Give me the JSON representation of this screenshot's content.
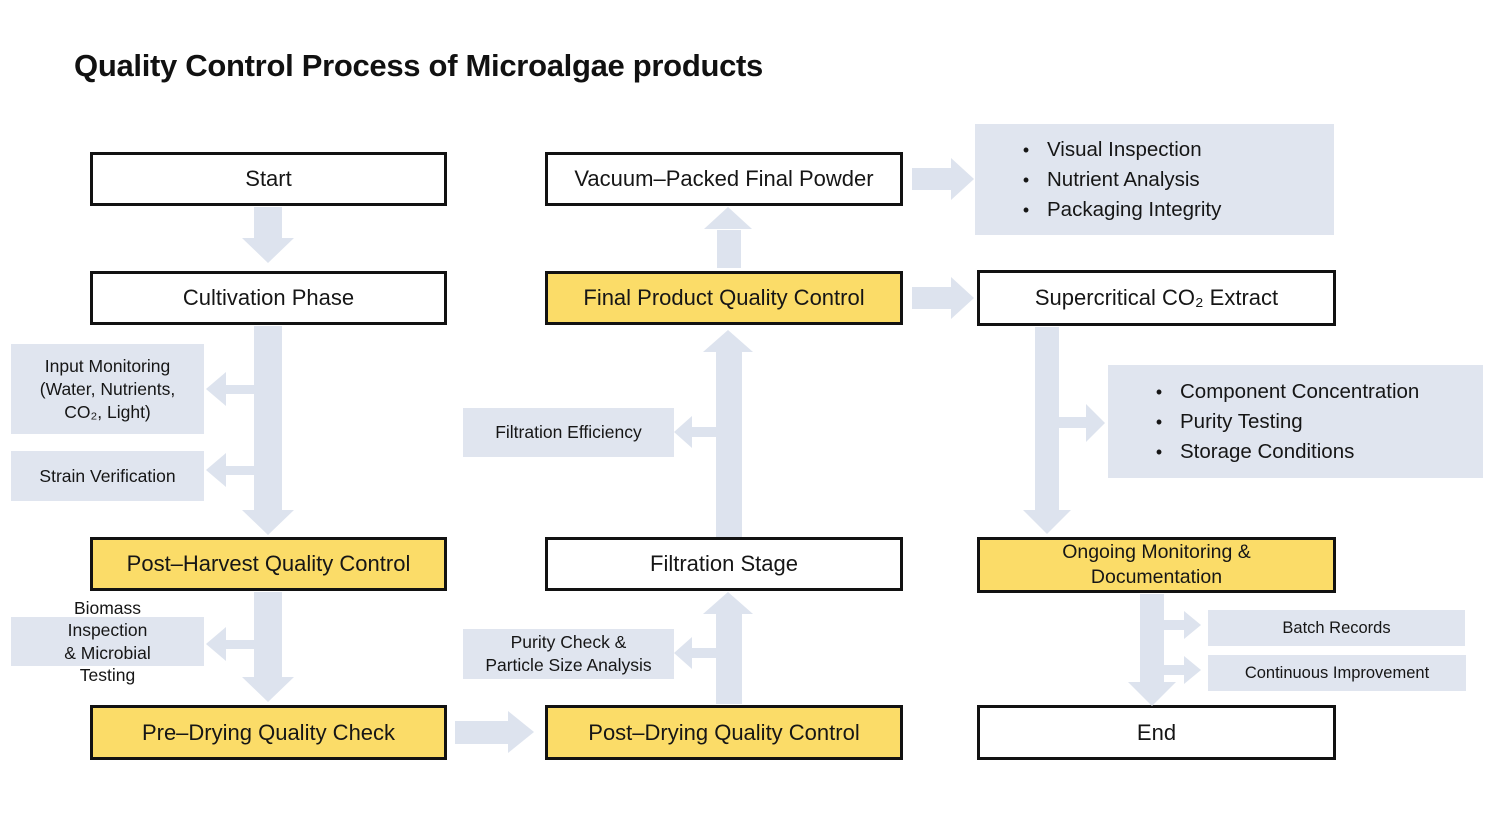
{
  "title": "Quality Control Process of Microalgae products",
  "ui": {
    "bullet": "•"
  },
  "colors": {
    "highlight_yellow": "#fbdc68",
    "note_gray": "#e0e5ef",
    "arrow_gray": "#dde3ee",
    "box_border": "#121212"
  },
  "nodes": {
    "start": {
      "label": "Start"
    },
    "cultivation": {
      "label": "Cultivation Phase"
    },
    "input_monitoring": {
      "lines": [
        "Input Monitoring",
        "(Water, Nutrients,",
        "CO₂, Light)"
      ]
    },
    "strain_verification": {
      "label": "Strain Verification"
    },
    "post_harvest": {
      "label": "Post–Harvest Quality Control"
    },
    "biomass": {
      "lines": [
        "Biomass",
        "Inspection",
        "& Microbial",
        "Testing"
      ]
    },
    "pre_drying": {
      "label": "Pre–Drying Quality Check"
    },
    "vacuum": {
      "label": "Vacuum–Packed Final Powder"
    },
    "final_product_qc": {
      "label": "Final Product Quality Control"
    },
    "filtration_efficiency": {
      "label": "Filtration Efficiency"
    },
    "filtration_stage": {
      "label": "Filtration Stage"
    },
    "purity_check": {
      "lines": [
        "Purity Check &",
        "Particle Size Analysis"
      ]
    },
    "post_drying": {
      "label": "Post–Drying Quality Control"
    },
    "visual_checks": {
      "bullets": [
        "Visual Inspection",
        "Nutrient Analysis",
        "Packaging Integrity"
      ]
    },
    "supercritical": {
      "label": "Supercritical CO₂ Extract"
    },
    "component_checks": {
      "bullets": [
        "Component Concentration",
        "Purity Testing",
        "Storage Conditions"
      ]
    },
    "ongoing": {
      "lines": [
        "Ongoing Monitoring &",
        "Documentation"
      ]
    },
    "batch_records": {
      "label": "Batch Records"
    },
    "continuous_improvement": {
      "label": "Continuous Improvement"
    },
    "end": {
      "label": "End"
    }
  }
}
